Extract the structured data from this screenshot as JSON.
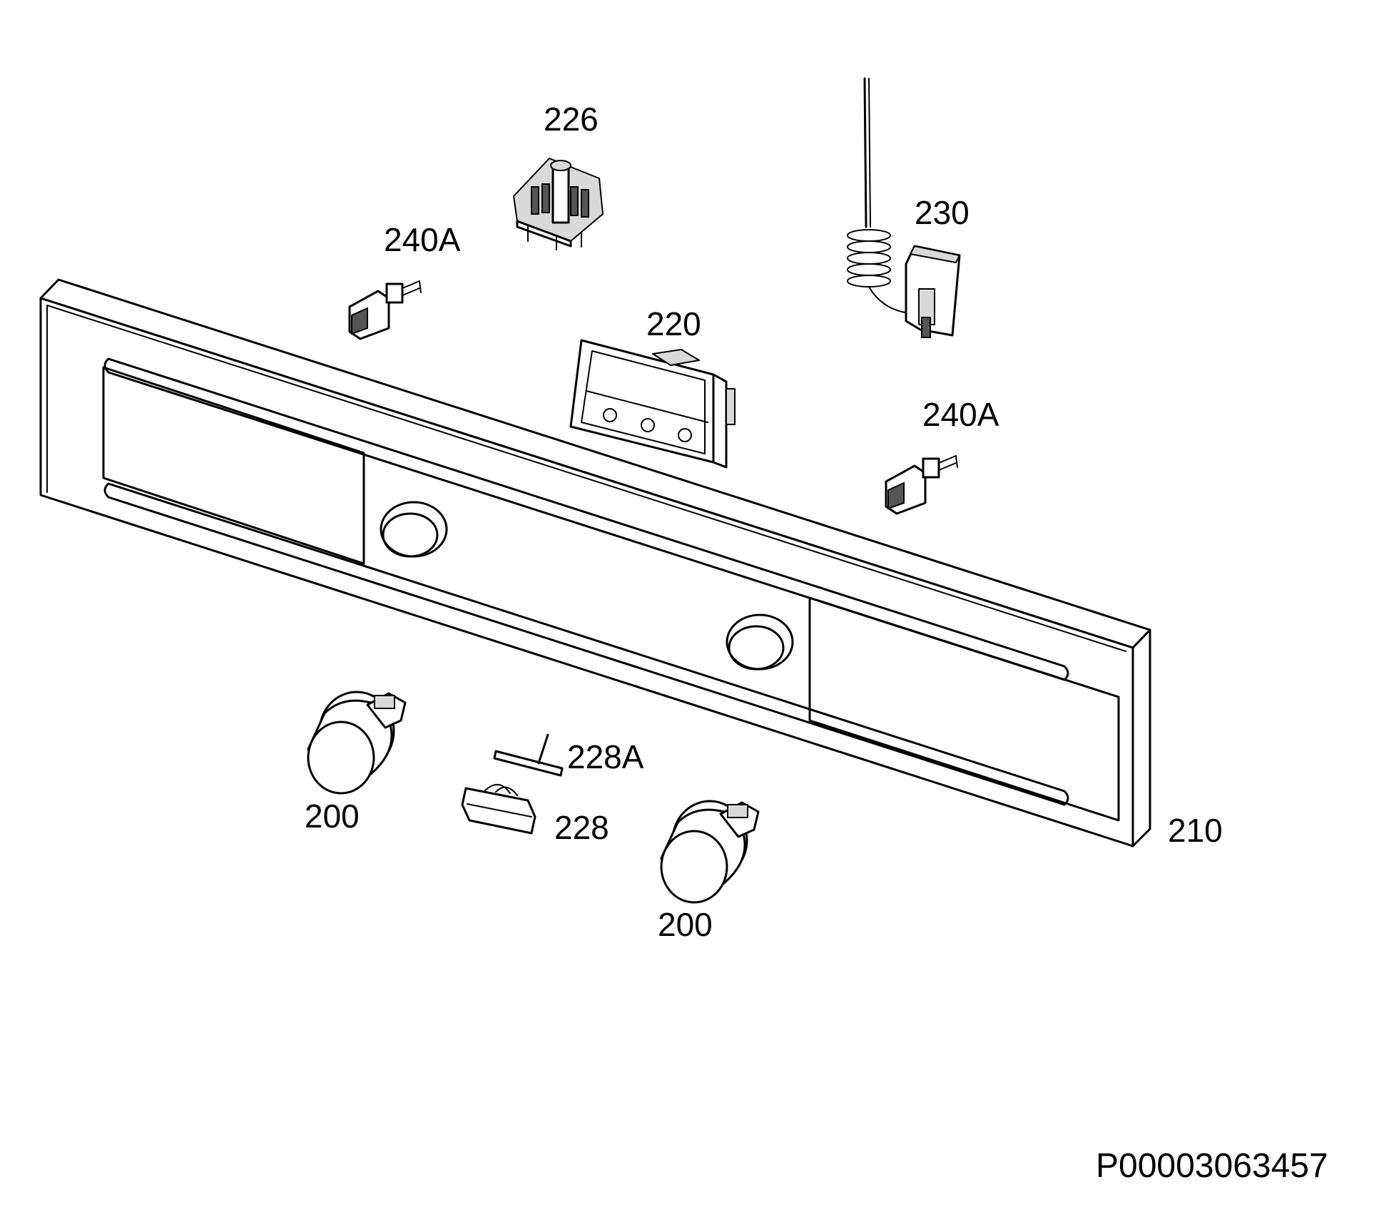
{
  "labels": {
    "l226": "226",
    "l230": "230",
    "l240a_left": "240A",
    "l220": "220",
    "l240a_right": "240A",
    "l228a": "228A",
    "l228": "228",
    "l200_left": "200",
    "l200_right": "200",
    "l210": "210"
  },
  "document_id": "P00003063457"
}
